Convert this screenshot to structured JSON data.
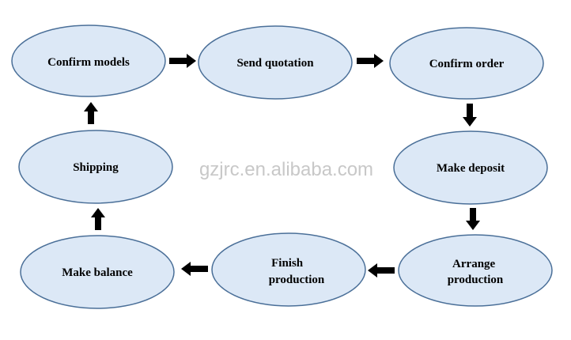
{
  "diagram": {
    "watermark": "gzjrc.en.alibaba.com",
    "colors": {
      "node_fill": "#dce8f6",
      "node_stroke": "#4a6f98",
      "arrow": "#000000",
      "watermark": "#c8c8c8"
    },
    "nodes": {
      "confirm_models": [
        "Confirm models"
      ],
      "send_quotation": [
        "Send quotation"
      ],
      "confirm_order": [
        "Confirm order"
      ],
      "make_deposit": [
        "Make deposit"
      ],
      "arrange_production": [
        "Arrange",
        "production"
      ],
      "finish_production": [
        "Finish",
        "production"
      ],
      "make_balance": [
        "Make balance"
      ],
      "shipping": [
        "Shipping"
      ]
    },
    "edges": [
      [
        "confirm_models",
        "send_quotation"
      ],
      [
        "send_quotation",
        "confirm_order"
      ],
      [
        "confirm_order",
        "make_deposit"
      ],
      [
        "make_deposit",
        "arrange_production"
      ],
      [
        "arrange_production",
        "finish_production"
      ],
      [
        "finish_production",
        "make_balance"
      ],
      [
        "make_balance",
        "shipping"
      ],
      [
        "shipping",
        "confirm_models"
      ]
    ]
  }
}
